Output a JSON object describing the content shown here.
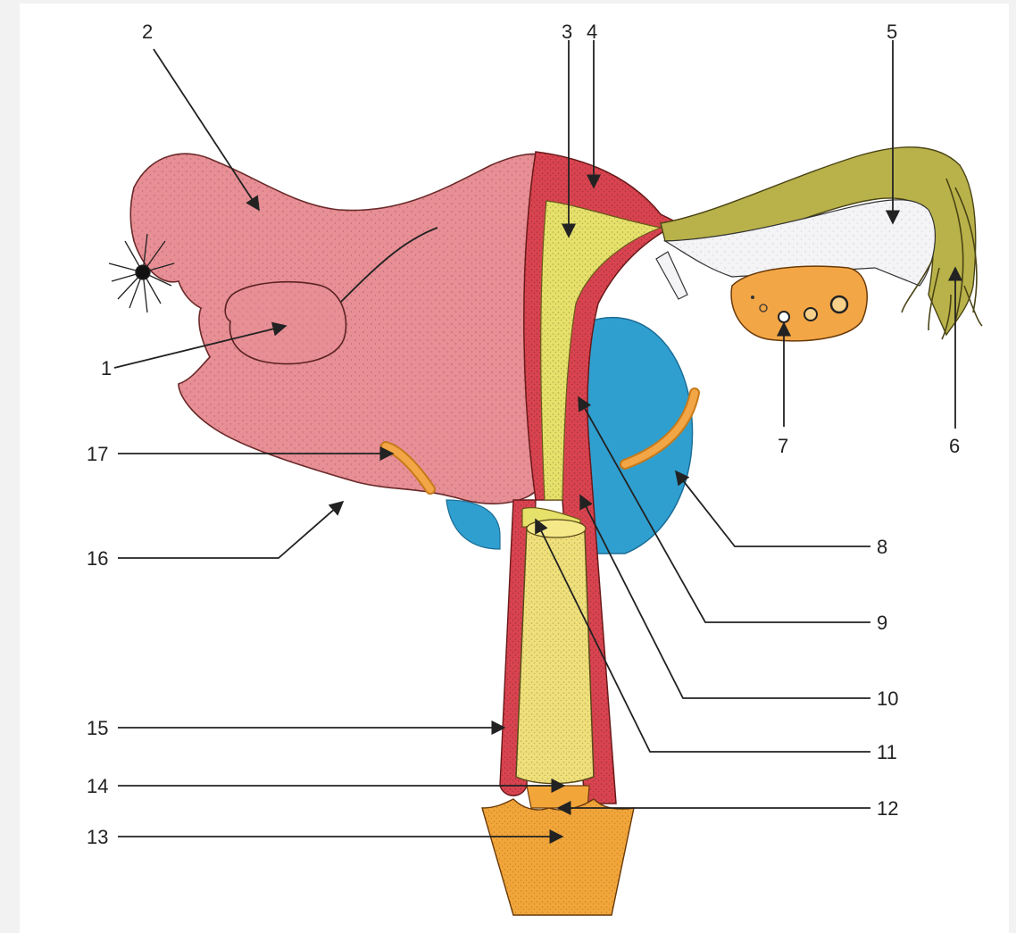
{
  "colors": {
    "background": "#f2f2f2",
    "panel": "#ffffff",
    "broad_ligament": "#e88e95",
    "uterine_wall": "#d9434f",
    "cavity": "#e6e16a",
    "bladder_blue": "#2f9fd0",
    "ovary": "#f3a645",
    "tube": "#b9b24a",
    "mesosalpinx": "#f4f4f7",
    "vagina_yellow": "#efe07a",
    "vulva_orange": "#f2a63a",
    "ink": "#222222"
  },
  "labels": {
    "l1": "1",
    "l2": "2",
    "l3": "3",
    "l4": "4",
    "l5": "5",
    "l6": "6",
    "l7": "7",
    "l8": "8",
    "l9": "9",
    "l10": "10",
    "l11": "11",
    "l12": "12",
    "l13": "13",
    "l14": "14",
    "l15": "15",
    "l16": "16",
    "l17": "17"
  }
}
